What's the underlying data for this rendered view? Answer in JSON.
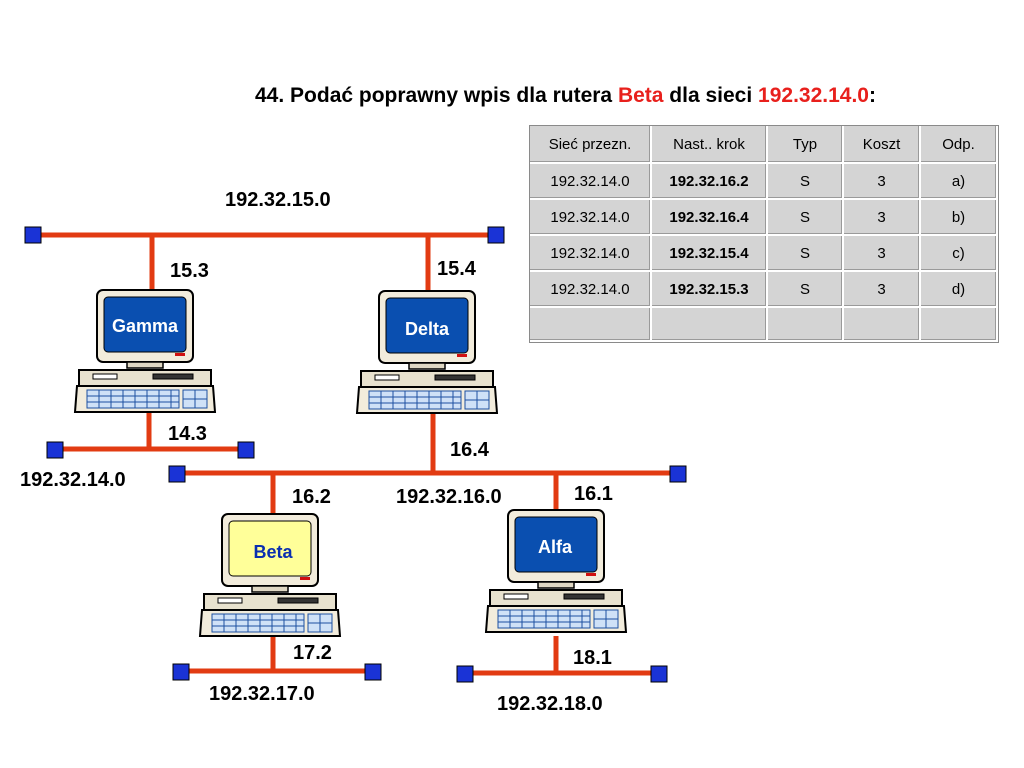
{
  "title": {
    "prefix": "44. Podać poprawny wpis dla rutera ",
    "router": "Beta",
    "middle": " dla sieci ",
    "network": "192.32.14.0",
    "suffix": ":",
    "highlight_color": "#e8201c"
  },
  "colors": {
    "line": "#e23b12",
    "line_shadow": "#8a1f00",
    "terminator": "#1a33d6",
    "screen_blue": "#0a4fb0",
    "screen_yellow": "#ffff99"
  },
  "networks": {
    "net15": "192.32.15.0",
    "net14": "192.32.14.0",
    "net16": "192.32.16.0",
    "net17": "192.32.17.0",
    "net18": "192.32.18.0"
  },
  "routers": {
    "gamma": {
      "name": "Gamma",
      "if_top": "15.3",
      "if_bottom": "14.3"
    },
    "delta": {
      "name": "Delta",
      "if_top": "15.4",
      "if_bottom": "16.4"
    },
    "beta": {
      "name": "Beta",
      "if_top": "16.2",
      "if_bottom": "17.2"
    },
    "alfa": {
      "name": "Alfa",
      "if_top": "16.1",
      "if_bottom": "18.1"
    }
  },
  "table": {
    "headers": [
      "Sieć przezn.",
      "Nast.. krok",
      "Typ",
      "Koszt",
      "Odp."
    ],
    "rows": [
      [
        "192.32.14.0",
        "192.32.16.2",
        "S",
        "3",
        "a)"
      ],
      [
        "192.32.14.0",
        "192.32.16.4",
        "S",
        "3",
        "b)"
      ],
      [
        "192.32.14.0",
        "192.32.15.4",
        "S",
        "3",
        "c)"
      ],
      [
        "192.32.14.0",
        "192.32.15.3",
        "S",
        "3",
        "d)"
      ],
      [
        "",
        "",
        "",
        "",
        ""
      ]
    ]
  }
}
